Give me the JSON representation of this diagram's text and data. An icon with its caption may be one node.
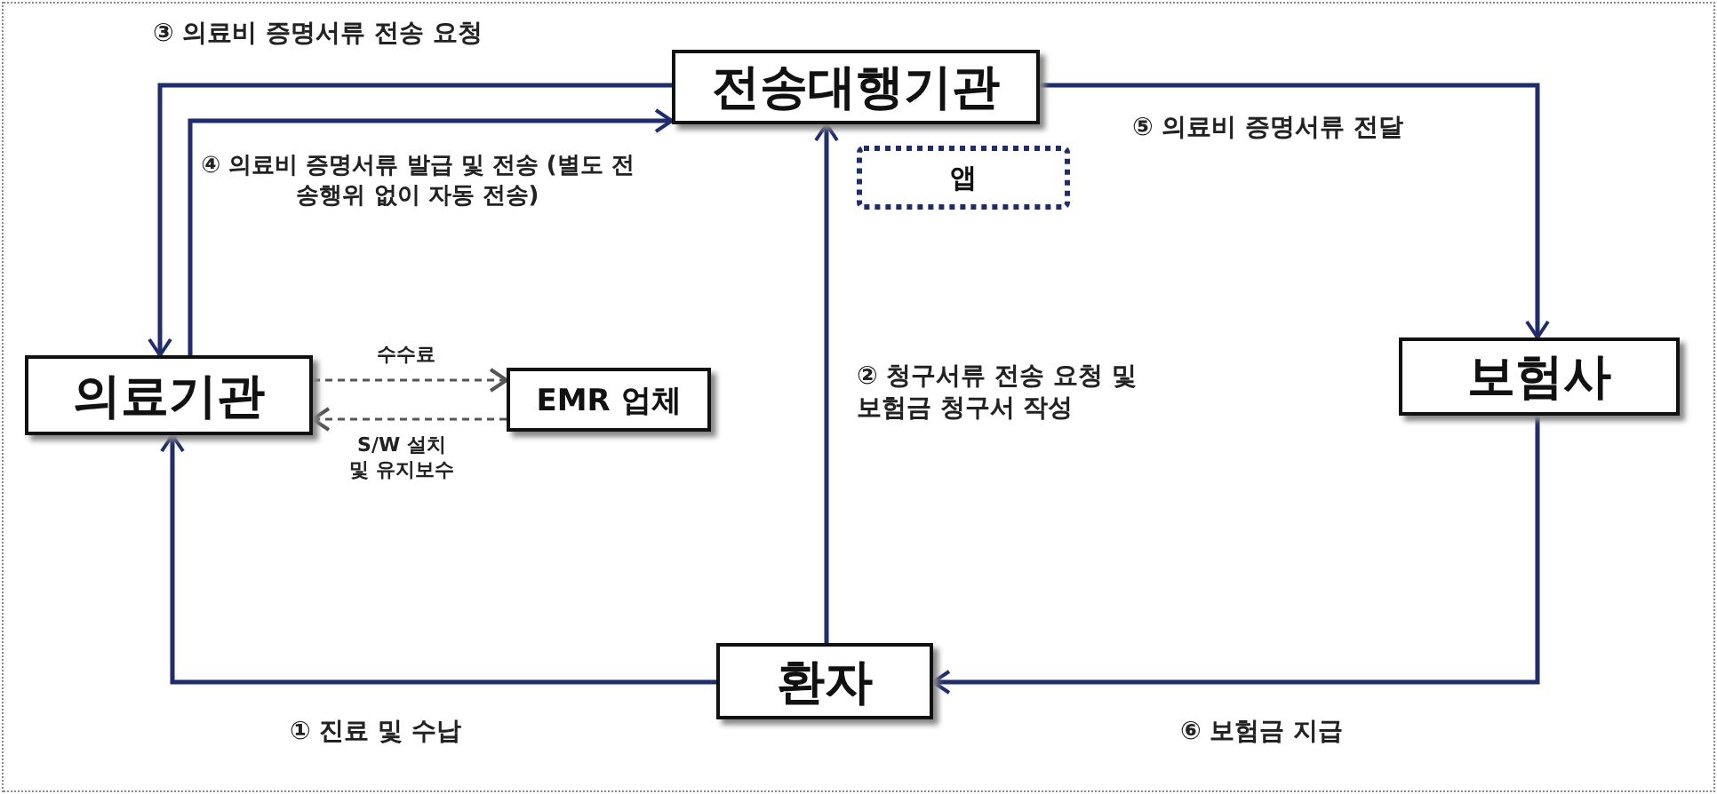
{
  "diagram": {
    "nodes": [
      {
        "text": [
          "전송대행기관"
        ]
      },
      {
        "text": [
          "앱"
        ]
      },
      {
        "text": [
          "의료기관"
        ]
      },
      {
        "text": [
          "EMR 업체"
        ]
      },
      {
        "text": [
          "보험사"
        ]
      },
      {
        "text": [
          "환자"
        ]
      }
    ],
    "edges": [
      {
        "from": 2,
        "to": 0,
        "arrow": "to",
        "label": "④ 의료비 증명서류 발급 및 전송 (별도 전송행위 없이 자동 전송)"
      },
      {
        "from": 0,
        "to": 2,
        "arrow": "to",
        "label": "③ 의료비 증명서류 전송 요청"
      },
      {
        "from": 0,
        "to": 4,
        "arrow": "to",
        "label": "⑤ 의료비 증명서류 전달"
      },
      {
        "from": 4,
        "to": 5,
        "arrow": "to",
        "label": "⑥ 보험금 지급"
      },
      {
        "from": 5,
        "to": 2,
        "arrow": "to",
        "label": "① 진료 및 수납"
      },
      {
        "from": 5,
        "to": 0,
        "arrow": "to",
        "label": "② 청구서류 전송 요청 및 보험금 청구서 작성"
      },
      {
        "from": 2,
        "to": 3,
        "arrow": "to",
        "label": "수수료",
        "style": "dashed",
        "color": "#555555"
      },
      {
        "from": 3,
        "to": 2,
        "arrow": "to",
        "label": "S/W 설치 및 유지보수",
        "style": "dashed",
        "color": "#555555"
      }
    ]
  }
}
